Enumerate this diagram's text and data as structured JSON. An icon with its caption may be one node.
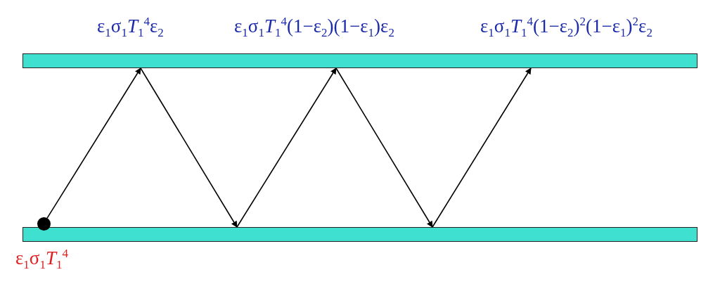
{
  "diagram": {
    "nodes": [
      {
        "text": [],
        "shape": "bar"
      },
      {
        "text": [],
        "shape": "bar"
      },
      {
        "text": [],
        "shape": "circle",
        "beside": [
          "ε$_{1}$σ$_{1}$*T*$_{1}$$^{4}$"
        ]
      }
    ],
    "edges": [
      {
        "from": 2,
        "to": 0,
        "arrow": "to"
      },
      {
        "from": 0,
        "to": 1,
        "arrow": "to"
      },
      {
        "from": 1,
        "to": 0,
        "arrow": "to"
      },
      {
        "from": 0,
        "to": 1,
        "arrow": "to"
      },
      {
        "from": 1,
        "to": 0,
        "arrow": "to"
      }
    ],
    "labels": [
      "ε$_{1}$σ$_{1}$*T*$_{1}$$^{4}$ε$_{2}$",
      "ε$_{1}$σ$_{1}$*T*$_{1}$$^{4}$(1−ε$_{2}$)(1−ε$_{1}$)ε$_{2}$",
      "ε$_{1}$σ$_{1}$*T*$_{1}$$^{4}$(1−ε$_{2}$)$^{2}$(1−ε$_{1}$)$^{2}$ε$_{2}$"
    ]
  }
}
